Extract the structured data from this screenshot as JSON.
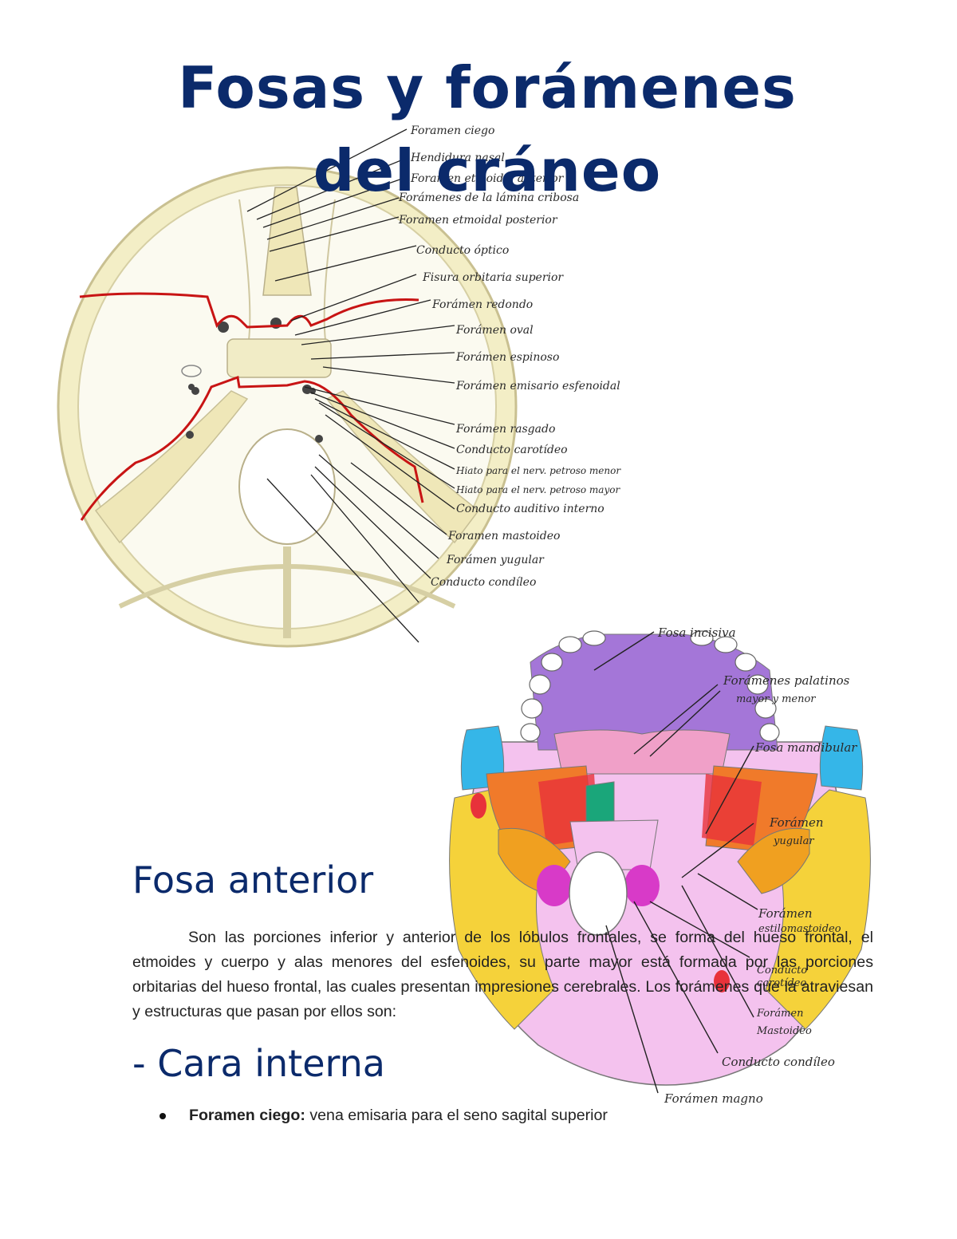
{
  "title": {
    "line1": "Fosas y forámenes",
    "line2": "del cráneo"
  },
  "figure1": {
    "labels": [
      "Foramen ciego",
      "Hendidura nasal",
      "Foramen etmoidal anterior",
      "Forámenes de la lámina cribosa",
      "Foramen etmoidal posterior",
      "Conducto óptico",
      "Fisura orbitaria superior",
      "Forámen redondo",
      "Forámen oval",
      "Forámen espinoso",
      "Forámen emisario esfenoidal",
      "Forámen rasgado",
      "Conducto carotídeo",
      "Hiato para el nerv. petroso menor",
      "Hiato para el nerv. petroso mayor",
      "Conducto auditivo interno",
      "Foramen mastoideo",
      "Forámen yugular",
      "Conducto condíleo"
    ]
  },
  "figure2": {
    "labels": [
      "Fosa incisiva",
      "Forámenes palatinos",
      "mayor y menor",
      "Fosa mandibular",
      "Forámen",
      "yugular",
      "Forámen",
      "estilomastoideo",
      "Conducto",
      "carotídeo",
      "Forámen",
      "Mastoideo",
      "Conducto condíleo",
      "Forámen magno"
    ]
  },
  "section": {
    "heading": "Fosa anterior",
    "paragraph": "Son las porciones inferior y anterior de los lóbulos frontales, se forma del hueso frontal, el etmoides y cuerpo y alas menores del esfenoides, su parte mayor está formada por las porciones orbitarias del hueso frontal, las cuales presentan impresiones cerebrales. Los forámenes que la atraviesan y estructuras que pasan por ellos son:",
    "subheading": "- Cara interna",
    "bullets": [
      {
        "term": "Foramen ciego:",
        "text": " vena emisaria para el seno sagital superior"
      }
    ]
  },
  "colors": {
    "heading": "#0b2a6b",
    "bone": "#f1ecc0",
    "suture_red": "#c81414",
    "purple": "#a476d8",
    "pink": "#f0a6e8",
    "orange": "#f07a2a",
    "yellow": "#f5d23a",
    "blue": "#35b6e8",
    "magenta": "#d83ac8",
    "teal": "#1aa67a",
    "red": "#e8323a"
  },
  "icons": [
    "bullet-dot-icon"
  ]
}
